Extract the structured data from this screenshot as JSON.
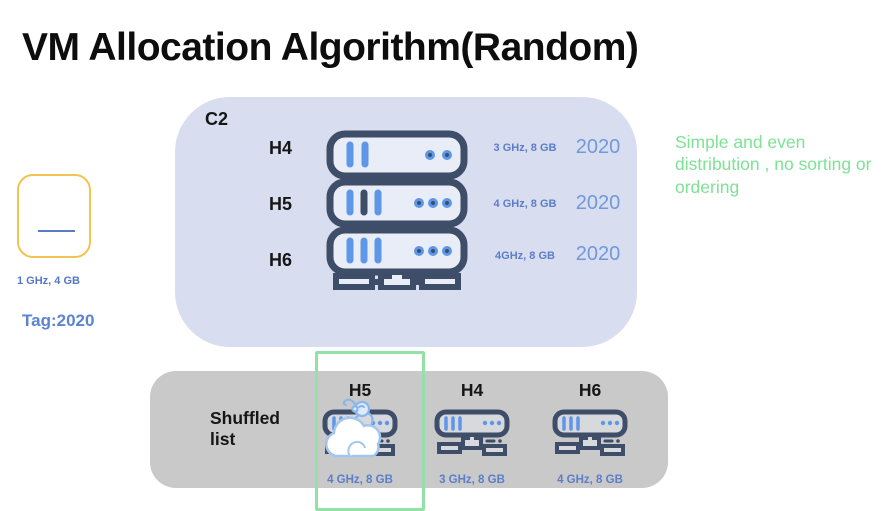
{
  "title": "VM Allocation Algorithm(Random)",
  "note": "Simple and even distribution , no sorting or ordering",
  "vm": {
    "spec": "1 GHz, 4 GB",
    "tag": "Tag:2020"
  },
  "cluster": {
    "label": "C2",
    "hosts": [
      {
        "name": "H4",
        "spec": "3 GHz, 8 GB",
        "tag": "2020"
      },
      {
        "name": "H5",
        "spec": "4 GHz, 8 GB",
        "tag": "2020"
      },
      {
        "name": "H6",
        "spec": "4GHz, 8 GB",
        "tag": "2020"
      }
    ]
  },
  "shuffled_list": {
    "label": "Shuffled list",
    "hosts": [
      {
        "name": "H5",
        "spec": "4 GHz, 8 GB",
        "selected": true
      },
      {
        "name": "H4",
        "spec": "3 GHz, 8 GB",
        "selected": false
      },
      {
        "name": "H6",
        "spec": "4 GHz, 8 GB",
        "selected": false
      }
    ]
  },
  "icons": {
    "server_stack": "server-rack-stack-icon",
    "server_single": "server-network-icon",
    "vm_allocated": "cloud-monkey-icon"
  },
  "colors": {
    "cluster_bg": "#d8ddf0",
    "shuffled_bg": "#c9c9c9",
    "highlight_green": "#92e2a7",
    "note_green": "#7de295",
    "spec_blue": "#5b7ec6",
    "tag_blue": "#6f9ad7",
    "vm_border_yellow": "#f2c44f",
    "server_outline": "#3e4d68",
    "server_accent": "#5e96e8"
  }
}
